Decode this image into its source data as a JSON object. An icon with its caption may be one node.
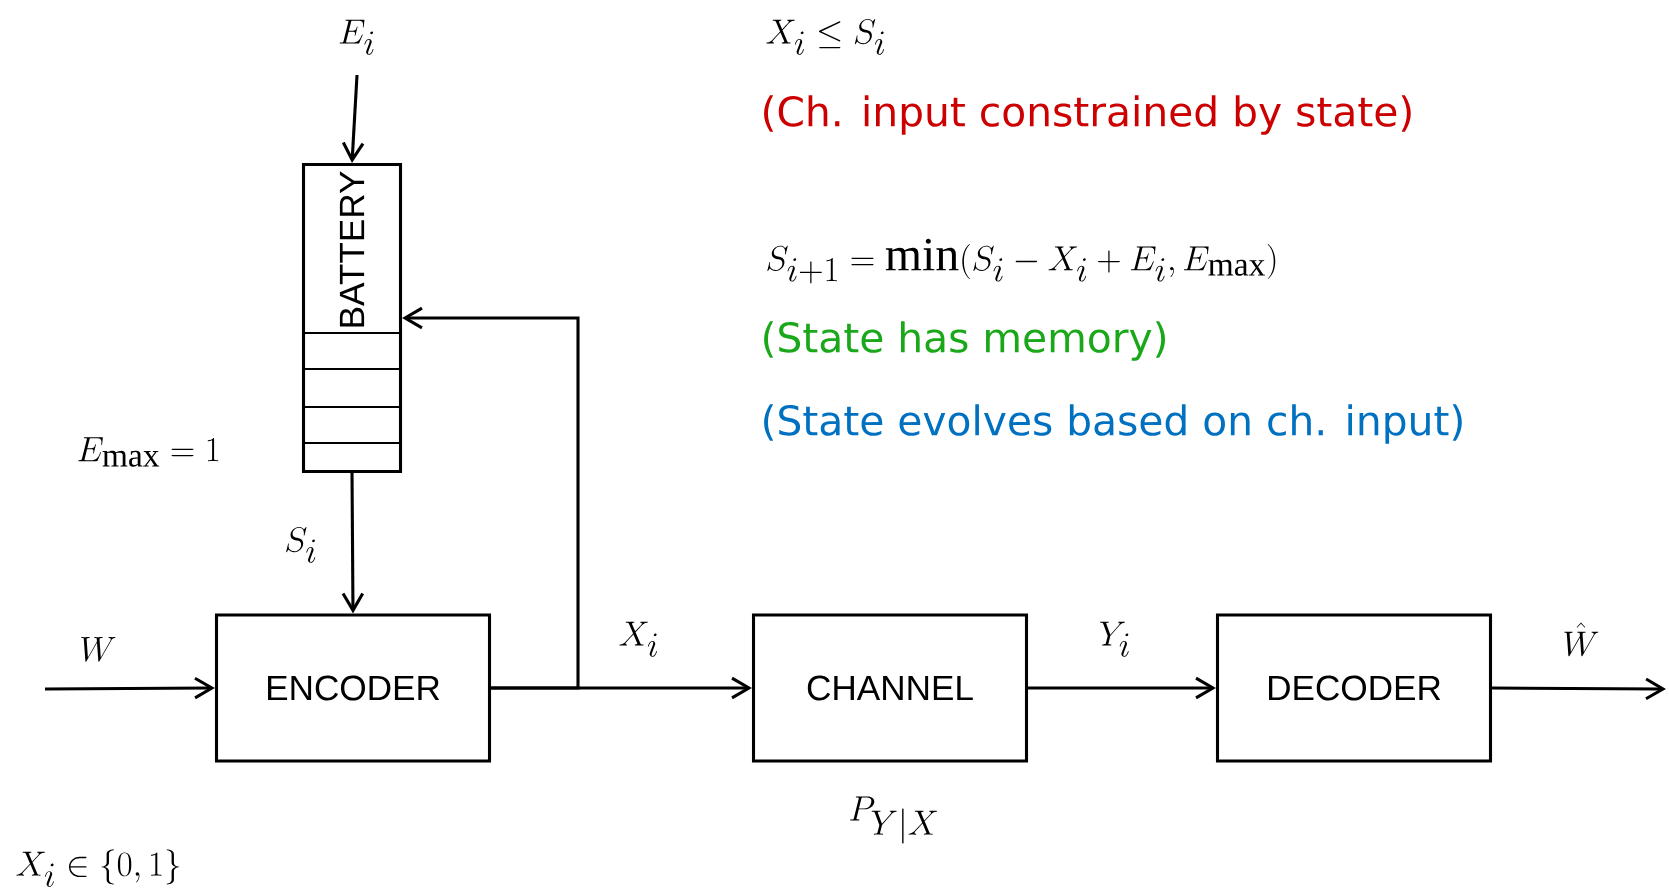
{
  "diagram": {
    "nodes": [
      {
        "text": [
          "BATTERY"
        ]
      },
      {
        "text": [
          "ENCODER"
        ]
      },
      {
        "text": [
          "CHANNEL"
        ],
        "beside": [
          "P_{Y|X}"
        ]
      },
      {
        "text": [
          "DECODER"
        ]
      }
    ],
    "edges": [
      {
        "from": null,
        "to": 0,
        "arrow": "to",
        "label": "E_i"
      },
      {
        "from": 0,
        "to": 1,
        "arrow": "to",
        "label": "S_i"
      },
      {
        "from": null,
        "to": 1,
        "arrow": "to",
        "label": "W"
      },
      {
        "from": 1,
        "to": 2,
        "arrow": "to",
        "label": "X_i"
      },
      {
        "from": 1,
        "to": 0,
        "arrow": "to"
      },
      {
        "from": 2,
        "to": 3,
        "arrow": "to",
        "label": "Y_i"
      },
      {
        "from": 3,
        "to": null,
        "arrow": "to",
        "label": "\\hat{W}"
      }
    ],
    "labels": [
      "X_i \\le S_i",
      "(Ch. input constrained by state)",
      "S_{i+1} = \\min(S_i - X_i + E_i, E_{\\max})",
      "(State has memory)",
      "(State evolves based on ch. input)",
      "E_{\\max} = 1",
      "X_i \\in \\{0,1\\}"
    ]
  }
}
